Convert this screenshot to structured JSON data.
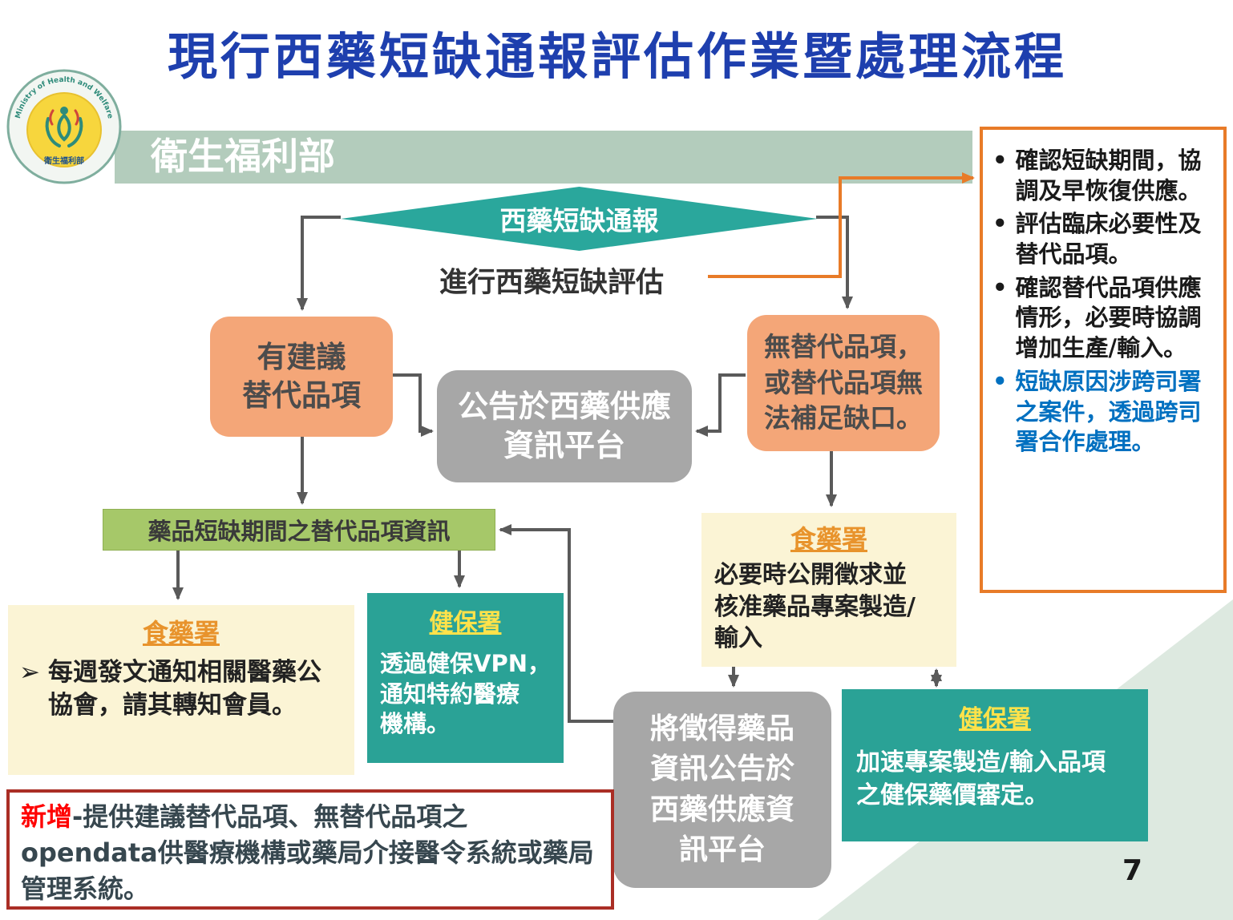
{
  "title": "現行西藥短缺通報評估作業暨處理流程",
  "page_number": "7",
  "logo": {
    "ring_text": "Ministry of Health and Welfare",
    "name": "衛生福利部"
  },
  "header_band": {
    "label": "衛生福利部"
  },
  "flow": {
    "report": "西藥短缺通報",
    "assess": "進行西藥短缺評估",
    "has_alt": "有建議\n替代品項",
    "no_alt": "無替代品項，\n或替代品項無\n法補足缺口。",
    "announce": "公告於西藥供應\n資訊平台",
    "alt_info": "藥品短缺期間之替代品項資訊",
    "fda_left": {
      "title": "食藥署",
      "marker": "➢",
      "body": "每週發文通知相關醫藥公協會，請其轉知會員。"
    },
    "nhi_left": {
      "title": "健保署",
      "body": "透過健保VPN，\n通知特約醫療\n機構。"
    },
    "fda_right": {
      "title": "食藥署",
      "body": "必要時公開徵求並\n核准藥品專案製造/\n輸入"
    },
    "collected": "將徵得藥品\n資訊公告於\n西藥供應資\n訊平台",
    "nhi_right": {
      "title": "健保署",
      "body": "加速專案製造/輸入品項\n之健保藥價審定。"
    }
  },
  "side_panel": {
    "bullets": [
      {
        "text": "確認短缺期間，協調及早恢復供應。"
      },
      {
        "text": "評估臨床必要性及替代品項。"
      },
      {
        "text": "確認替代品項供應情形，必要時協調增加生產/輸入。"
      },
      {
        "text": "短缺原因涉跨司署之案件，透過跨司署合作處理。"
      }
    ]
  },
  "note_box": {
    "prefix": "新增",
    "body": "-提供建議替代品項、無替代品項之opendata供醫療機構或藥局介接醫令系統或藥局管理系統。"
  },
  "colors": {
    "title_blue": "#1e3fae",
    "band_green": "#b3ccbc",
    "diamond_teal": "#2aa79c",
    "orange_box": "#f4a678",
    "gray_box": "#a7a7a7",
    "green_box": "#a6c869",
    "cream_box": "#fbf4d5",
    "teal_box": "#2aa296",
    "accent_orange": "#e87b28",
    "note_red": "#aa2e25",
    "highlight_blue": "#0070c0"
  }
}
